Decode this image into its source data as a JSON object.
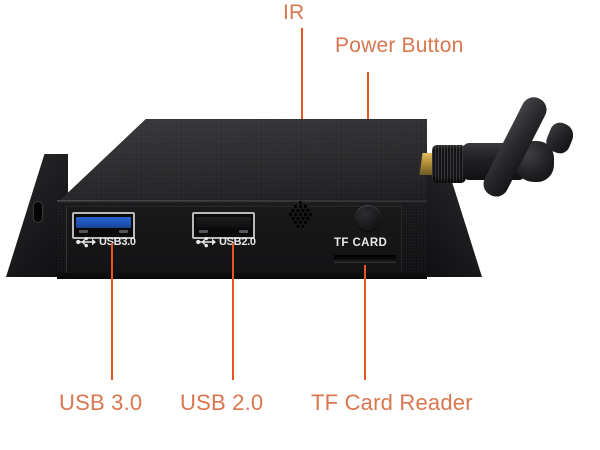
{
  "figure": {
    "kind": "annotated-product-photo",
    "subject": "mini-pc-front-panel",
    "background_color": "#ffffff"
  },
  "colors": {
    "leader_line": "#e8551f",
    "callout_text": "#d9764f",
    "chassis_front": "#161618",
    "chassis_top": "#313133",
    "usb3_tongue": "#1f55b8",
    "usb2_tongue": "#121214",
    "antenna_connector_gold": "#b3903a"
  },
  "callouts": [
    {
      "id": "ir",
      "label": "IR",
      "position": "top"
    },
    {
      "id": "power",
      "label": "Power Button",
      "position": "top"
    },
    {
      "id": "usb3",
      "label": "USB 3.0",
      "position": "bottom"
    },
    {
      "id": "usb2",
      "label": "USB 2.0",
      "position": "bottom"
    },
    {
      "id": "tf_reader",
      "label": "TF Card Reader",
      "position": "bottom"
    }
  ],
  "device": {
    "ports": [
      {
        "id": "usb3_port",
        "silkscreen": "USB3.0",
        "tongue_color": "blue",
        "icon": "usb-trident-icon"
      },
      {
        "id": "usb2_port",
        "silkscreen": "USB2.0",
        "tongue_color": "black",
        "icon": "usb-trident-icon"
      }
    ],
    "ir_window": {
      "id": "ir_grille",
      "icon": "ir-grille-icon"
    },
    "power_button": {
      "id": "power_button",
      "icon": "power-button-icon"
    },
    "card_slot": {
      "id": "tf_card_slot",
      "silkscreen": "TF CARD"
    },
    "antenna": {
      "id": "wifi_antenna",
      "connector": "SMA"
    },
    "brackets": [
      {
        "id": "bracket_left",
        "side": "left"
      },
      {
        "id": "bracket_right",
        "side": "right"
      }
    ]
  }
}
